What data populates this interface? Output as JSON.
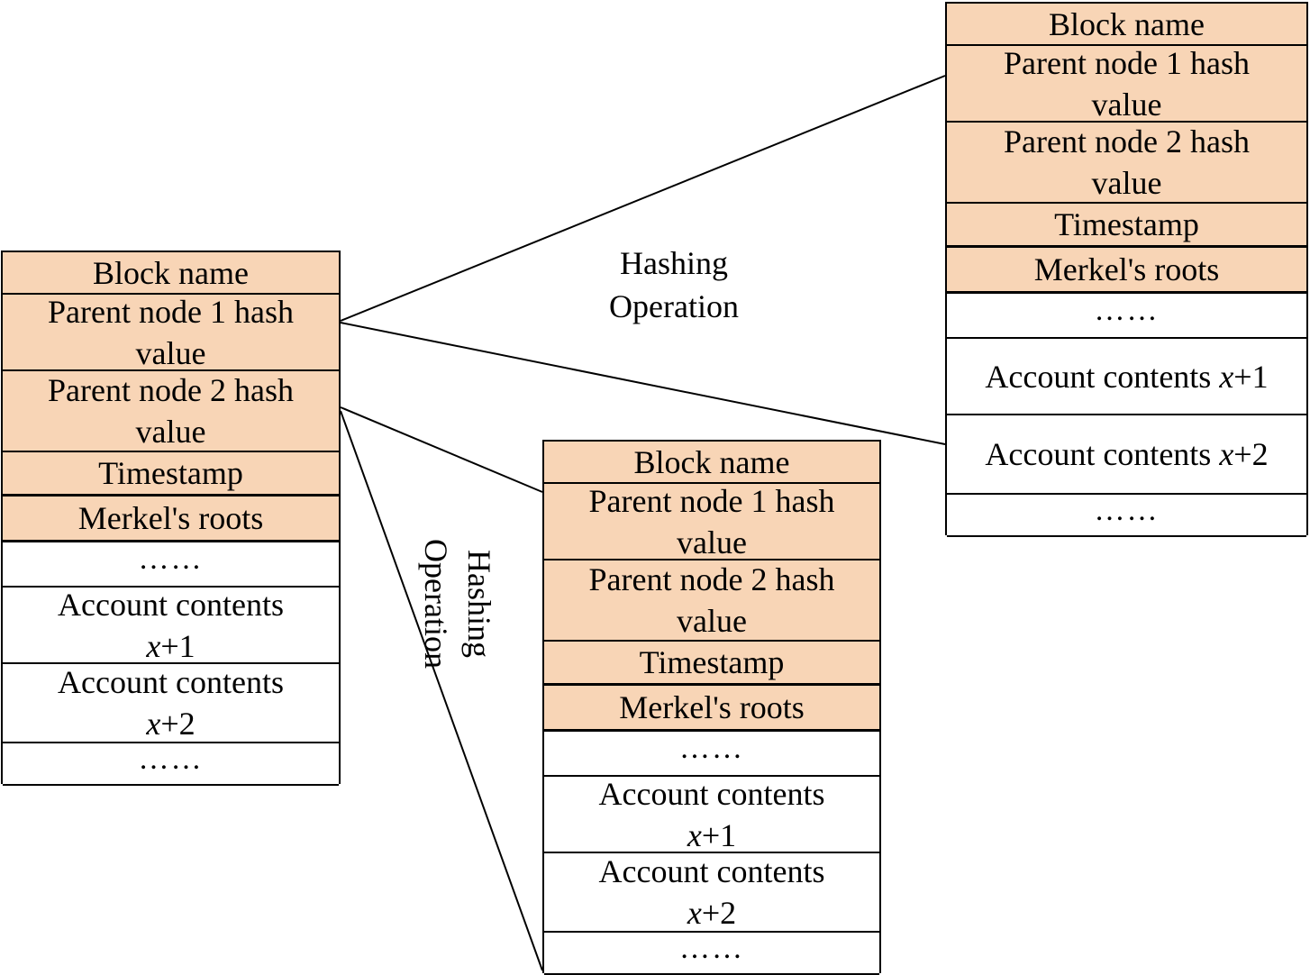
{
  "diagram": {
    "operation_labels": [
      {
        "line1": "Hashing",
        "line2": "Operation"
      },
      {
        "line1": "Hashing",
        "line2": "Operation"
      }
    ],
    "blocks": [
      {
        "block_name": "Block name",
        "parent1": {
          "line1": "Parent node 1 hash",
          "line2": "value"
        },
        "parent2": {
          "line1": "Parent node 2 hash",
          "line2": "value"
        },
        "timestamp": "Timestamp",
        "merkel": "Merkel's roots",
        "ellipsis_top": "……",
        "account1": {
          "text": "Account contents",
          "var": "x",
          "suffix": "+1"
        },
        "account2": {
          "text": "Account contents",
          "var": "x",
          "suffix": "+2"
        },
        "ellipsis_bottom": "……"
      },
      {
        "block_name": "Block name",
        "parent1": {
          "line1": "Parent node 1 hash",
          "line2": "value"
        },
        "parent2": {
          "line1": "Parent node 2 hash",
          "line2": "value"
        },
        "timestamp": "Timestamp",
        "merkel": "Merkel's roots",
        "ellipsis_top": "……",
        "account1": {
          "text": "Account contents",
          "var": "x",
          "suffix": "+1"
        },
        "account2": {
          "text": "Account contents",
          "var": "x",
          "suffix": "+2"
        },
        "ellipsis_bottom": "……"
      },
      {
        "block_name": "Block name",
        "parent1": {
          "line1": "Parent node 1 hash",
          "line2": "value"
        },
        "parent2": {
          "line1": "Parent node 2 hash",
          "line2": "value"
        },
        "timestamp": "Timestamp",
        "merkel": "Merkel's roots",
        "ellipsis_top": "……",
        "account1": {
          "text": "Account contents",
          "var": "x",
          "suffix": "+1"
        },
        "account2": {
          "text": "Account contents",
          "var": "x",
          "suffix": "+2"
        },
        "ellipsis_bottom": "……"
      }
    ],
    "colors": {
      "header_fill": "#f8d5b6",
      "line": "#000000",
      "background": "#ffffff"
    }
  }
}
